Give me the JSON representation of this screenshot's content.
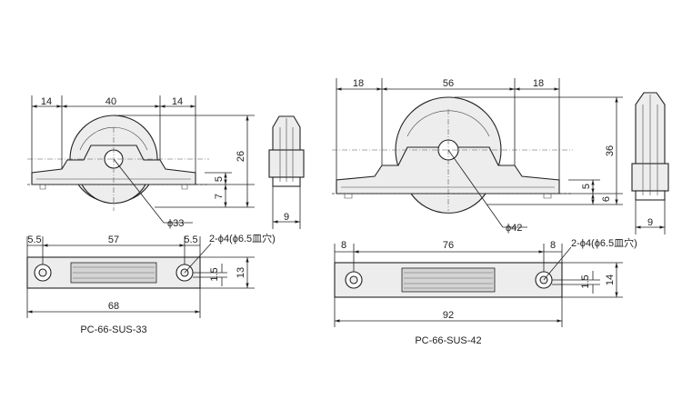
{
  "small": {
    "dims": {
      "w14_left": "14",
      "w40": "40",
      "w14_right": "14",
      "h26": "26",
      "h5": "5",
      "h7": "7",
      "dia": "ϕ33",
      "side_w9": "9",
      "b5_5_left": "5.5",
      "b57": "57",
      "b5_5_right": "5.5",
      "b1_5": "1.5",
      "b13": "13",
      "b68": "68",
      "holes": "2-ϕ4(ϕ6.5皿穴)"
    },
    "caption": "PC-66-SUS-33"
  },
  "large": {
    "dims": {
      "w18_left": "18",
      "w56": "56",
      "w18_right": "18",
      "h36": "36",
      "h5": "5",
      "h6": "6",
      "dia": "ϕ42",
      "side_w9": "9",
      "b8_left": "8",
      "b76": "76",
      "b8_right": "8",
      "b1_5": "1.5",
      "b14": "14",
      "b92": "92",
      "holes": "2-ϕ4(ϕ6.5皿穴)"
    },
    "caption": "PC-66-SUS-42"
  }
}
